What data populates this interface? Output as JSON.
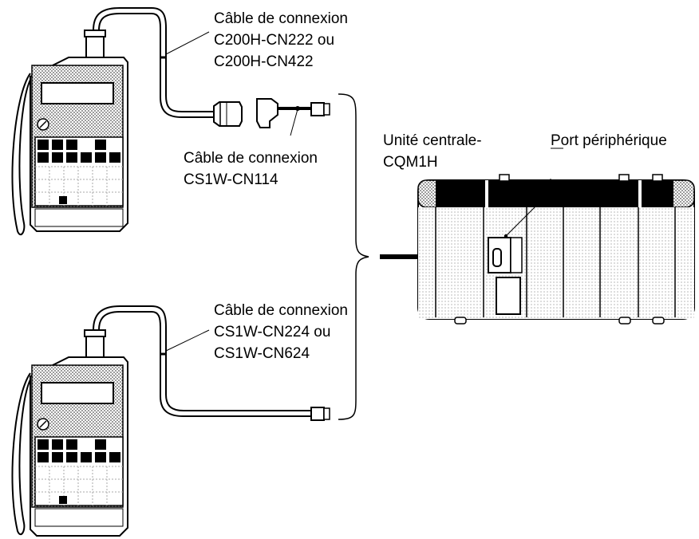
{
  "labels": {
    "top_cable_line1": "Câble de connexion",
    "top_cable_line2": "C200H-CN222 ou",
    "top_cable_line3": "C200H-CN422",
    "adapter_cable_line1": "Câble de connexion",
    "adapter_cable_line2": "CS1W-CN114",
    "bottom_cable_line1": "Câble de connexion",
    "bottom_cable_line2": "CS1W-CN224 ou",
    "bottom_cable_line3": "CS1W-CN624",
    "cpu_line1": "Unité centrale-",
    "cpu_line2": "CQM1H",
    "port": "Port périphérique"
  }
}
